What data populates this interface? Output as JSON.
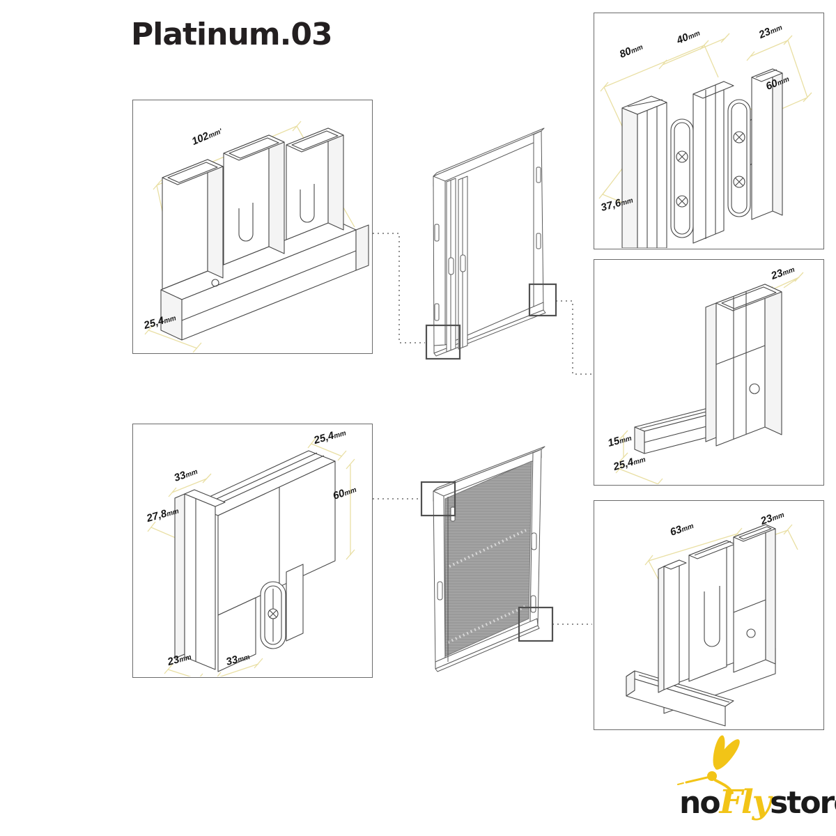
{
  "title": "Platinum.03",
  "panels": {
    "sill": {
      "dims": {
        "w": {
          "v": "102",
          "u": "mm'"
        },
        "d": {
          "v": "25,4",
          "u": "mm"
        }
      }
    },
    "pull": {
      "dims": {
        "a": {
          "v": "80",
          "u": "mm"
        },
        "b": {
          "v": "40",
          "u": "mm"
        },
        "c": {
          "v": "23",
          "u": "mm"
        },
        "d": {
          "v": "60",
          "u": "mm"
        },
        "e": {
          "v": "37,6",
          "u": "mm"
        }
      }
    },
    "corner": {
      "dims": {
        "a": {
          "v": "23",
          "u": "mm"
        },
        "b": {
          "v": "15",
          "u": "mm"
        },
        "c": {
          "v": "25,4",
          "u": "mm"
        }
      }
    },
    "jamb": {
      "dims": {
        "a": {
          "v": "63",
          "u": "mm"
        },
        "b": {
          "v": "23",
          "u": "mm"
        }
      }
    },
    "head": {
      "dims": {
        "a": {
          "v": "33",
          "u": "mm"
        },
        "b": {
          "v": "27,8",
          "u": "mm"
        },
        "c": {
          "v": "25,4",
          "u": "mm"
        },
        "d": {
          "v": "60",
          "u": "mm"
        },
        "e": {
          "v": "23",
          "u": "mm"
        },
        "f": {
          "v": "33",
          "u": "mm"
        }
      }
    }
  },
  "logo": {
    "part1": "no",
    "part2": "Fly",
    "part3": "store",
    "registered": "®"
  },
  "colors": {
    "accent_yellow": "#f2c417",
    "dimension_line": "#e9dfa3",
    "drawing_line": "#474747",
    "mesh_gray": "#a2a2a2"
  }
}
